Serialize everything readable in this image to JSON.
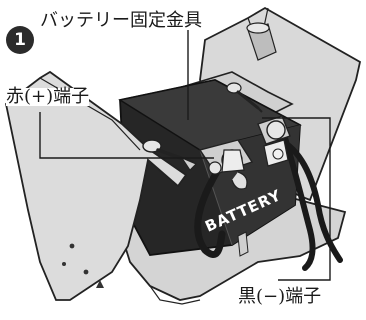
{
  "step": {
    "number": "1"
  },
  "labels": {
    "bracket": "バッテリー固定金具",
    "red_terminal": "赤(+)端子",
    "black_terminal": "黒(−)端子"
  },
  "battery": {
    "brand_text": "BATTERY"
  }
}
